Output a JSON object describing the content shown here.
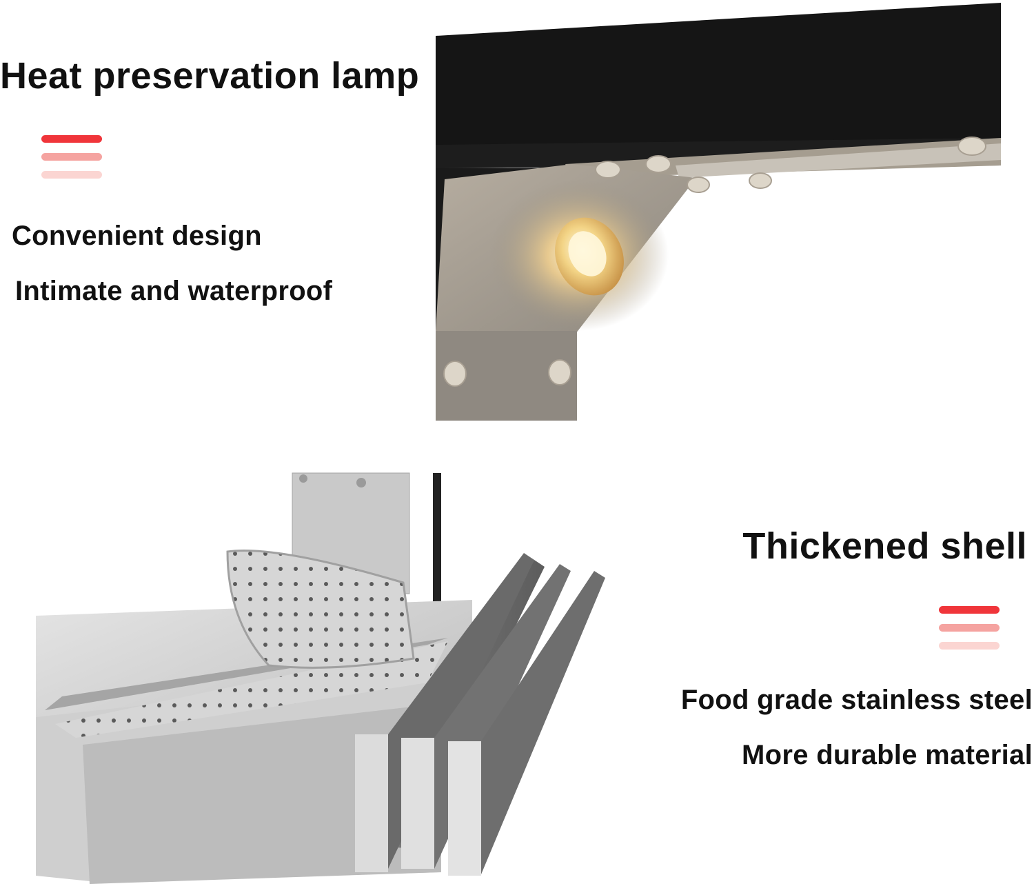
{
  "top_section": {
    "title": "Heat preservation lamp",
    "line1": "Convenient design",
    "line2": "Intimate and waterproof",
    "accent_colors": [
      "#f0353a",
      "#f5a3a0",
      "#fbd5d2"
    ],
    "image_icon": "heat-lamp-bracket-icon"
  },
  "bottom_section": {
    "title": "Thickened shell",
    "line1": "Food grade stainless steel",
    "line2": "More durable material",
    "accent_colors": [
      "#f0353a",
      "#f5a3a0",
      "#fbd5d2"
    ],
    "image_icon": "stainless-steel-tray-icon"
  }
}
